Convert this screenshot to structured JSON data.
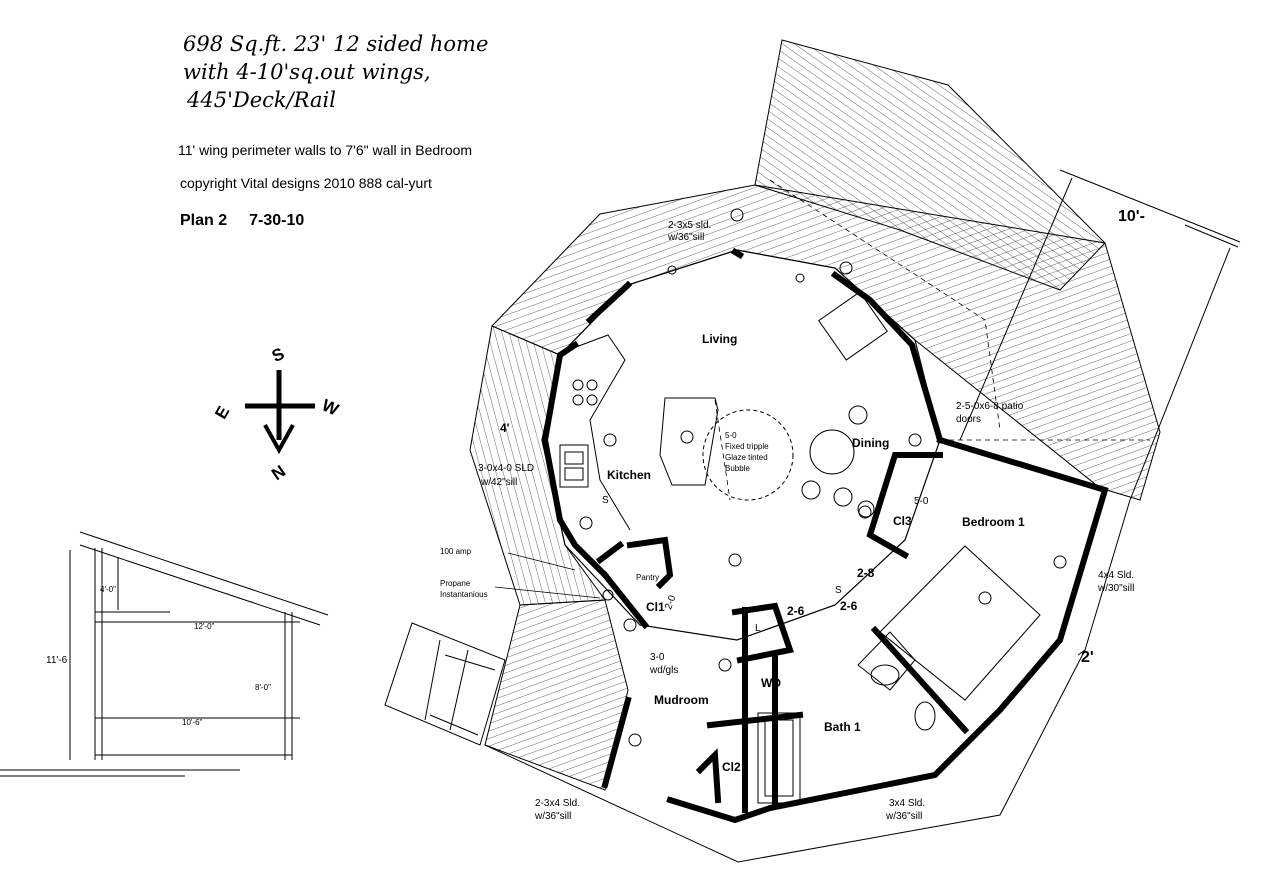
{
  "header": {
    "title_line1": "698 Sq.ft. 23' 12 sided home",
    "title_line2": "with  4-10'sq.out wings,",
    "title_line3": "445'Deck/Rail",
    "note_walls": "11' wing perimeter walls to 7'6\"  wall in Bedroom",
    "copyright": "copyright Vital designs 2010     888 cal-yurt",
    "plan_name": "Plan 2",
    "plan_date": "7-30-10"
  },
  "compass": {
    "south": "S",
    "east": "E",
    "west": "W",
    "north": "N"
  },
  "rooms": {
    "living": "Living",
    "kitchen": "Kitchen",
    "dining": "Dining",
    "bedroom1": "Bedroom 1",
    "mudroom": "Mudroom",
    "bath1": "Bath 1",
    "cl1": "Cl1",
    "cl2": "Cl2",
    "cl3": "Cl3",
    "wd": "WD",
    "l": "L",
    "pantry": "Pantry"
  },
  "annotations": {
    "top_window": [
      "2-3x5 sld.",
      "w/36\"sill"
    ],
    "bubble": [
      "5-0",
      "Fixed tripple",
      "Glaze tinted",
      "Bubble"
    ],
    "patio": [
      "2-5-0x6-8 patio",
      "doors"
    ],
    "west_window": [
      "3-0x4-0  SLD",
      "w/42\"sill"
    ],
    "deck_width": "4'",
    "amp": "100 amp",
    "propane": [
      "Propane",
      "Instantanious"
    ],
    "mud_door": [
      "3-0",
      "wd/gls"
    ],
    "bed_window": [
      "4x4 Sld.",
      "w/30\"sill"
    ],
    "bottom_left_window": [
      "2-3x4 Sld.",
      "w/36\"sill"
    ],
    "bottom_right_window": [
      "3x4 Sld.",
      "w/36\"sill"
    ],
    "door_2_6a": "2-6",
    "door_2_6b": "2-6",
    "door_2_8": "2-8",
    "door_5_0": "5-0",
    "pantry_dim": "2-0",
    "wing_dim": "10'-",
    "wing_dim2": "2'",
    "sink_s": "S",
    "sink_s2": "S"
  },
  "section": {
    "h_4_0": "4'-0\"",
    "h_12_0": "12'-0\"",
    "h_11_6": "11'-6",
    "h_8_0": "8'-0\"",
    "h_10_6": "10'-6\""
  }
}
